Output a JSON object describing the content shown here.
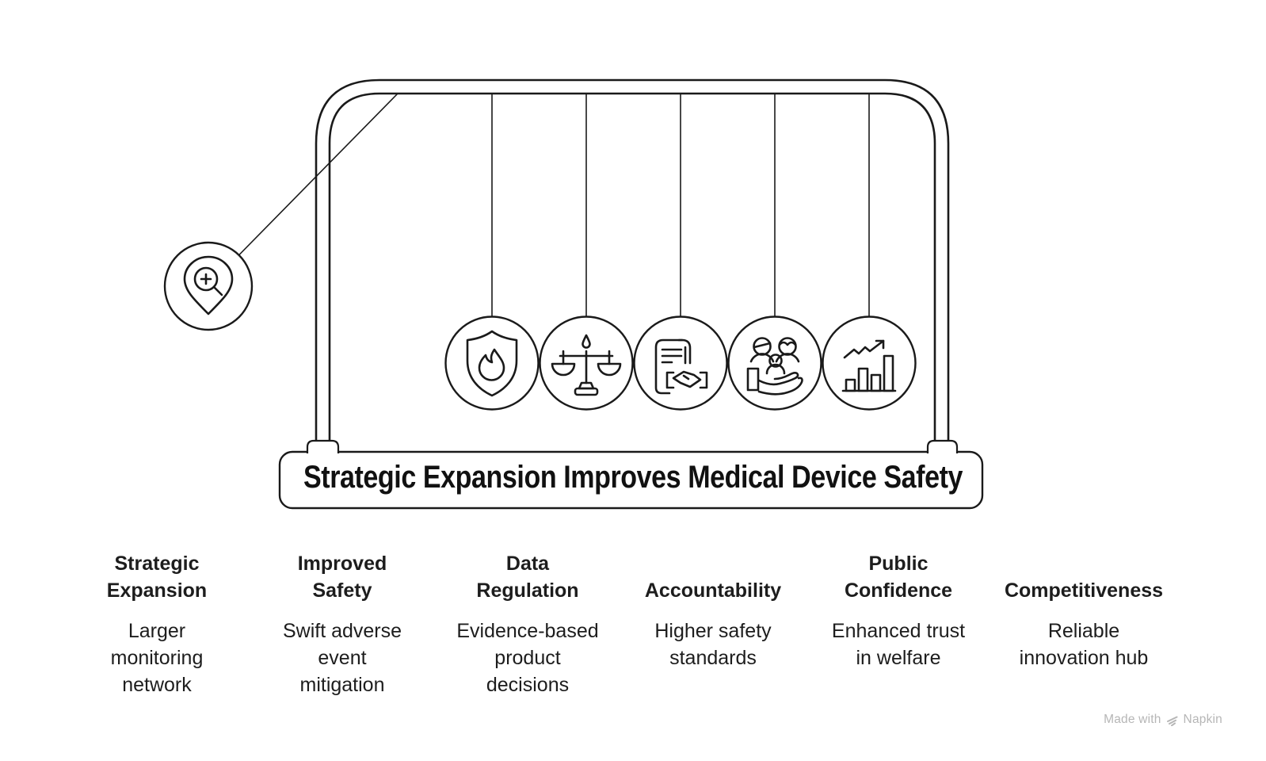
{
  "title": "Strategic Expansion Improves Medical Device Safety",
  "cradle": {
    "swung_ball": {
      "icon": "location-search-icon"
    },
    "balls": [
      {
        "icon": "shield-flame-icon"
      },
      {
        "icon": "justice-scales-icon"
      },
      {
        "icon": "contract-handshake-icon"
      },
      {
        "icon": "people-care-icon"
      },
      {
        "icon": "growth-chart-icon"
      }
    ]
  },
  "columns": [
    {
      "header": "Strategic\nExpansion",
      "body": "Larger\nmonitoring\nnetwork"
    },
    {
      "header": "Improved\nSafety",
      "body": "Swift adverse\nevent\nmitigation"
    },
    {
      "header": "Data\nRegulation",
      "body": "Evidence-based\nproduct\ndecisions"
    },
    {
      "header": "Accountability",
      "body": "Higher safety\nstandards"
    },
    {
      "header": "Public\nConfidence",
      "body": "Enhanced trust\nin welfare"
    },
    {
      "header": "Competitiveness",
      "body": "Reliable\ninnovation hub"
    }
  ],
  "watermark": {
    "prefix": "Made with",
    "brand": "Napkin"
  },
  "colors": {
    "stroke": "#1a1a1a",
    "text": "#1d1d1d",
    "watermark": "#b6b6b6",
    "background": "#ffffff"
  }
}
